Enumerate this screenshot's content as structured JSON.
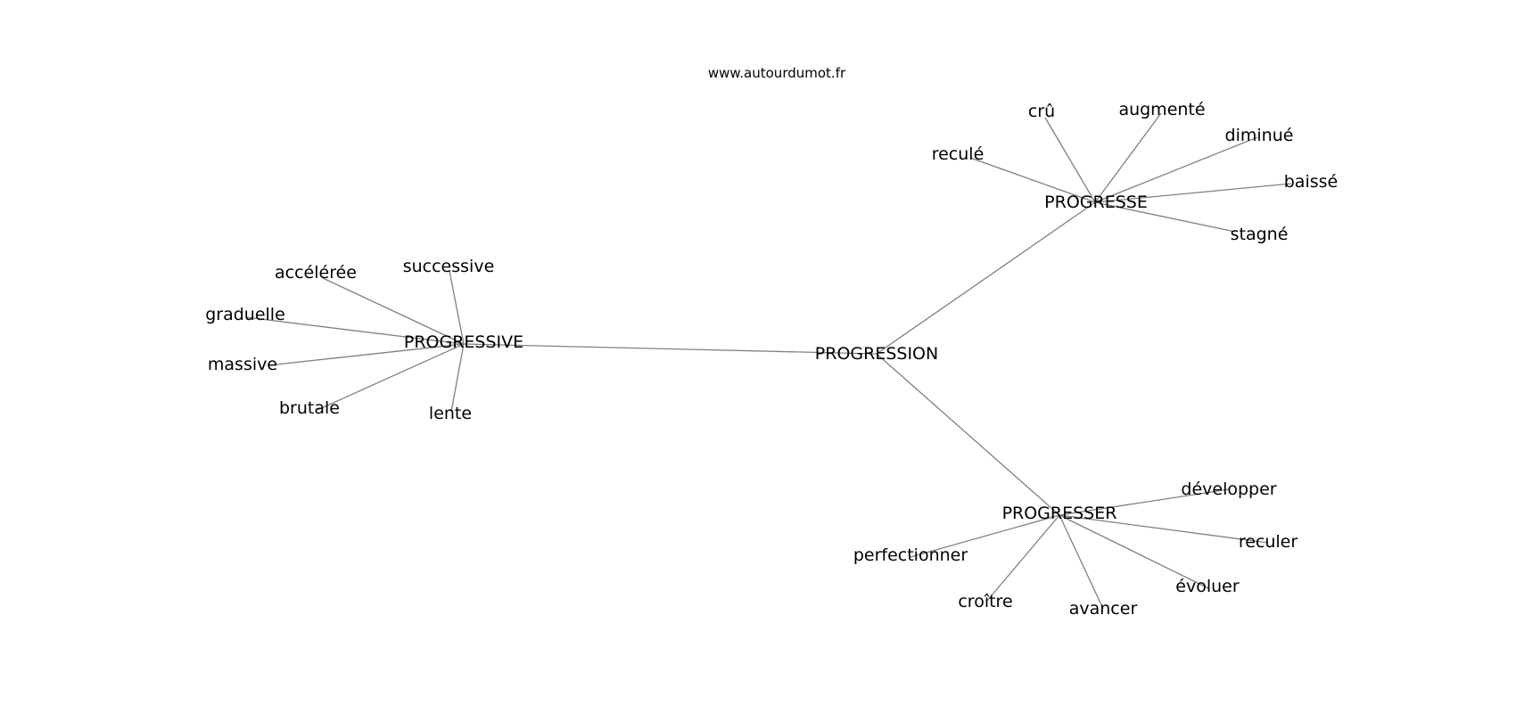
{
  "site": "www.autourdumot.fr",
  "center": "PROGRESSION",
  "hubs": [
    {
      "word": "PROGRESSE",
      "neighbors": [
        "reculé",
        "crû",
        "augmenté",
        "diminué",
        "baissé",
        "stagné"
      ]
    },
    {
      "word": "PROGRESSIVE",
      "neighbors": [
        "accélérée",
        "successive",
        "graduelle",
        "massive",
        "brutale",
        "lente"
      ]
    },
    {
      "word": "PROGRESSER",
      "neighbors": [
        "développer",
        "reculer",
        "évoluer",
        "avancer",
        "croître",
        "perfectionner"
      ]
    }
  ]
}
